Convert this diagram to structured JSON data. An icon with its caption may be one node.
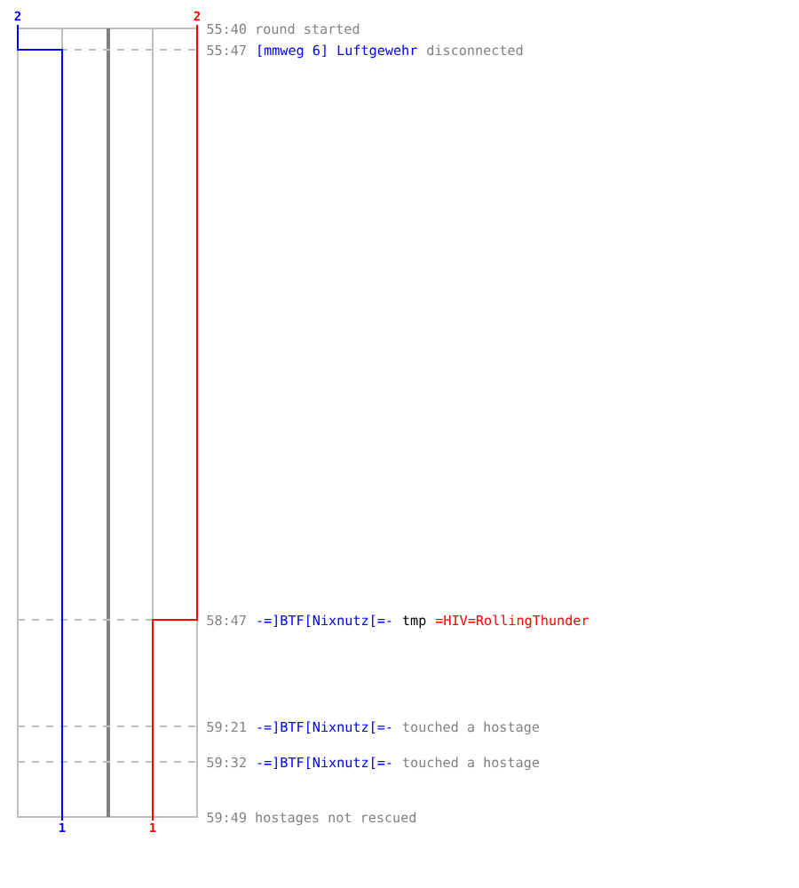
{
  "diagram": {
    "labels": [
      "2",
      "2",
      "55:40 round started",
      "55:47",
      "[mmweg 6] Luftgewehr",
      "disconnected",
      "58:47",
      "-=]BTF[Nixnutz[=-",
      "tmp",
      "=HIV=RollingThunder",
      "59:21",
      "-=]BTF[Nixnutz[=-",
      "touched a hostage",
      "59:32",
      "-=]BTF[Nixnutz[=-",
      "touched a hostage",
      "59:49 hostages not rescued",
      "1",
      "1"
    ]
  }
}
